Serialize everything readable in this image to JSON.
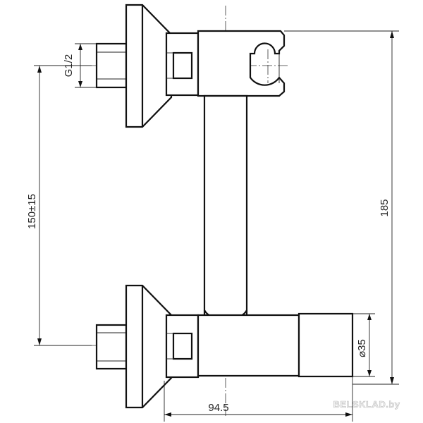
{
  "drawing": {
    "dimensions": {
      "thread": "G1/2",
      "inlet_spacing": "150±15",
      "overall_height": "185",
      "body_diameter": "⌀35",
      "depth": "94.5"
    },
    "watermark": "BELSKLAD.by"
  }
}
